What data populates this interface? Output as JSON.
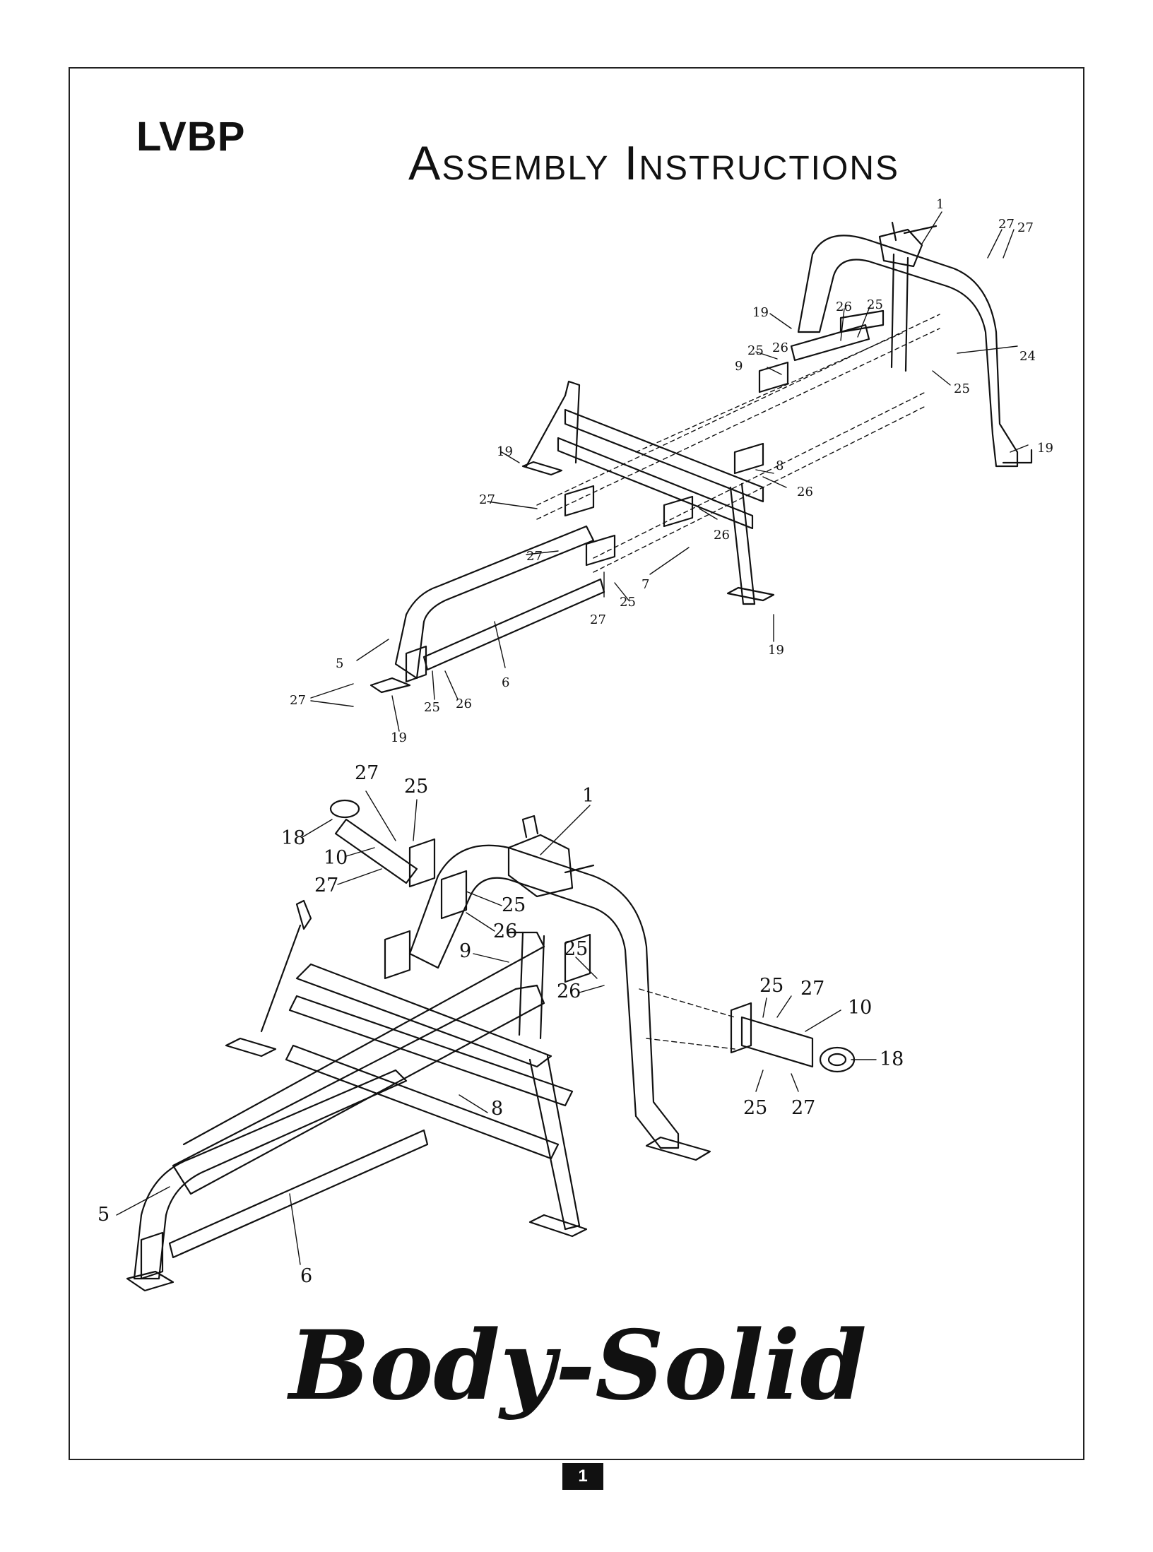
{
  "header": {
    "model": "LVBP",
    "title": "Assembly Instructions"
  },
  "exploded_view": {
    "callouts": [
      "1",
      "27",
      "27",
      "19",
      "26",
      "25",
      "25",
      "26",
      "9",
      "24",
      "25",
      "19",
      "19",
      "8",
      "26",
      "27",
      "26",
      "27",
      "7",
      "25",
      "27",
      "19",
      "5",
      "6",
      "27",
      "25",
      "26",
      "19"
    ]
  },
  "assembled_view": {
    "callouts": [
      "27",
      "25",
      "1",
      "18",
      "10",
      "27",
      "25",
      "26",
      "9",
      "25",
      "26",
      "25",
      "27",
      "10",
      "18",
      "25",
      "27",
      "8",
      "5",
      "6"
    ]
  },
  "brand": {
    "name": "Body-Solid"
  },
  "footer": {
    "page_number": "1"
  },
  "colors": {
    "ink": "#111111",
    "paper": "#ffffff"
  }
}
